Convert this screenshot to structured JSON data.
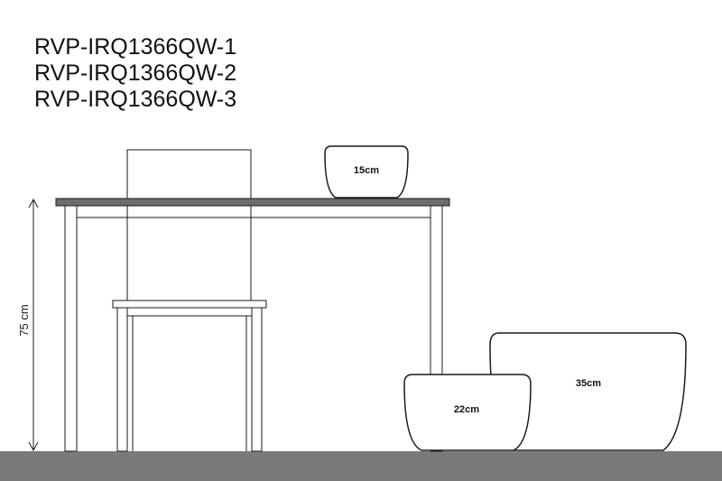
{
  "product_codes": [
    "RVP-IRQ1366QW-1",
    "RVP-IRQ1366QW-2",
    "RVP-IRQ1366QW-3"
  ],
  "height_dimension": "75 cm",
  "pots": {
    "small": "15cm",
    "medium": "22cm",
    "large": "35cm"
  },
  "colors": {
    "floor": "#7a7a7a",
    "tabletop": "#6e6e6e",
    "outline": "#1a1a1a"
  }
}
